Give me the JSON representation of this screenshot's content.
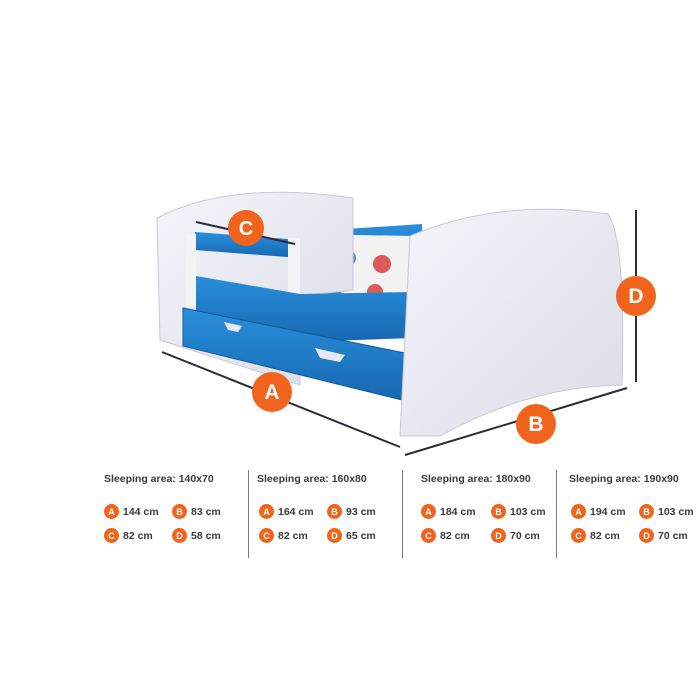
{
  "labels": {
    "a": "A",
    "b": "B",
    "c": "C",
    "d": "D"
  },
  "badge_color": "#f0641e",
  "bed_color": "#1e7fd0",
  "specs": [
    {
      "title": "Sleeping area: 140x70",
      "a": "144 cm",
      "b": "83 cm",
      "c": "82 cm",
      "d": "58 cm"
    },
    {
      "title": "Sleeping area: 160x80",
      "a": "164 cm",
      "b": "93 cm",
      "c": "82 cm",
      "d": "65 cm"
    },
    {
      "title": "Sleeping area: 180x90",
      "a": "184 cm",
      "b": "103 cm",
      "c": "82 cm",
      "d": "70 cm"
    },
    {
      "title": "Sleeping area: 190x90",
      "a": "194 cm",
      "b": "103 cm",
      "c": "82 cm",
      "d": "70 cm"
    }
  ]
}
